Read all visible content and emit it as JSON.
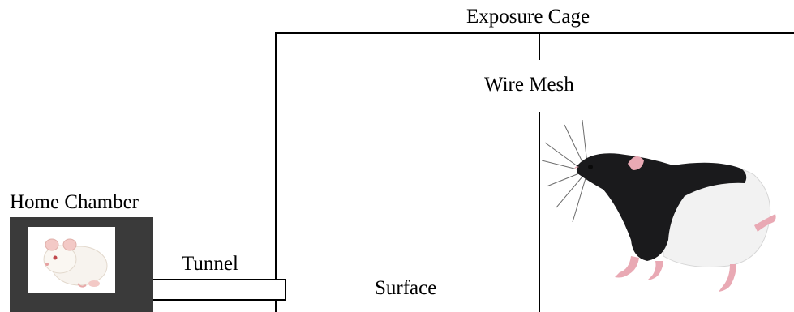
{
  "labels": {
    "exposure_cage": "Exposure Cage",
    "wire_mesh": "Wire Mesh",
    "home_chamber": "Home Chamber",
    "tunnel": "Tunnel",
    "surface": "Surface"
  },
  "colors": {
    "line": "#000000",
    "chamber": "#3a3a3a",
    "rat_black": "#1a1a1c",
    "rat_white": "#f2f2f2",
    "rat_pink": "#e9a9b4",
    "mouse_white": "#f7f3ee"
  },
  "images": {
    "home_animal": "white-mouse-photo",
    "cage_animal": "hooded-rat-photo"
  }
}
